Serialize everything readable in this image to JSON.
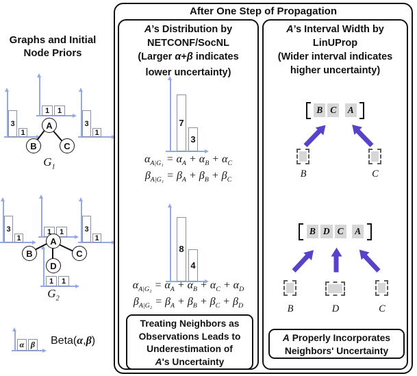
{
  "colors": {
    "arrow": "#5643c9",
    "axis": "#93a9e7",
    "gbox": "#d7d7d7"
  },
  "header": {
    "title": "After One Step of Propagation"
  },
  "left": {
    "heading_line1": "Graphs and Initial",
    "heading_line2": "Node Priors",
    "g1": {
      "label": [
        {
          "t": "G",
          "s": "1",
          "i": 1
        }
      ],
      "nodes": {
        "a": "A",
        "b": "B",
        "c": "C"
      },
      "prior_b": {
        "values": [
          3,
          1
        ]
      },
      "prior_a": {
        "values": [
          1,
          1
        ]
      },
      "prior_c": {
        "values": [
          3,
          1
        ]
      }
    },
    "g2": {
      "label": [
        {
          "t": "G",
          "s": "2",
          "i": 1
        }
      ],
      "nodes": {
        "a": "A",
        "b": "B",
        "c": "C",
        "d": "D"
      },
      "prior_b": {
        "values": [
          3,
          1
        ]
      },
      "prior_a": {
        "values": [
          1,
          1
        ]
      },
      "prior_c": {
        "values": [
          3,
          1
        ]
      },
      "prior_d": {
        "values": [
          1,
          1
        ]
      }
    },
    "legend": {
      "alpha": "α",
      "beta": "β",
      "text": [
        {
          "t": "Beta("
        },
        {
          "t": "α",
          "i": 1
        },
        {
          "t": ","
        },
        {
          "t": "β",
          "i": 1
        },
        {
          "t": ")"
        }
      ]
    }
  },
  "middle": {
    "title": [
      [
        {
          "t": "A",
          "i": 1
        },
        {
          "t": "’s Distribution by"
        }
      ],
      [
        {
          "t": "NETCONF/SocNL"
        }
      ],
      [
        {
          "t": "(Larger "
        },
        {
          "t": "α",
          "i": 1
        },
        {
          "t": "+"
        },
        {
          "t": "β",
          "i": 1
        },
        {
          "t": " indicates"
        }
      ],
      [
        {
          "t": "lower uncertainty)"
        }
      ]
    ],
    "chart_g1": {
      "values": [
        7,
        3
      ]
    },
    "chart_g2": {
      "values": [
        8,
        4
      ]
    },
    "eq_g1_alpha": [
      {
        "t": "α",
        "s": "A|G₁"
      },
      {
        "t": " = "
      },
      {
        "t": "α",
        "s": "A"
      },
      {
        "t": " + "
      },
      {
        "t": "α",
        "s": "B"
      },
      {
        "t": " + "
      },
      {
        "t": "α",
        "s": "C"
      }
    ],
    "eq_g1_beta": [
      {
        "t": "β",
        "s": "A|G₁"
      },
      {
        "t": " = "
      },
      {
        "t": "β",
        "s": "A"
      },
      {
        "t": " + "
      },
      {
        "t": "β",
        "s": "B"
      },
      {
        "t": " + "
      },
      {
        "t": "β",
        "s": "C"
      }
    ],
    "eq_g2_alpha": [
      {
        "t": "α",
        "s": "A|G₂"
      },
      {
        "t": " = "
      },
      {
        "t": "α",
        "s": "A"
      },
      {
        "t": " + "
      },
      {
        "t": "α",
        "s": "B"
      },
      {
        "t": " + "
      },
      {
        "t": "α",
        "s": "C"
      },
      {
        "t": " + "
      },
      {
        "t": "α",
        "s": "D"
      }
    ],
    "eq_g2_beta": [
      {
        "t": "β",
        "s": "A|G₂"
      },
      {
        "t": " = "
      },
      {
        "t": "β",
        "s": "A"
      },
      {
        "t": " + "
      },
      {
        "t": "β",
        "s": "B"
      },
      {
        "t": " + "
      },
      {
        "t": "β",
        "s": "C"
      },
      {
        "t": " + "
      },
      {
        "t": "β",
        "s": "D"
      }
    ],
    "callout": [
      [
        {
          "t": "Treating Neighbors as"
        }
      ],
      [
        {
          "t": "Observations Leads to"
        }
      ],
      [
        {
          "t": "Underestimation of"
        }
      ],
      [
        {
          "t": "A",
          "i": 1
        },
        {
          "t": "'s Uncertainty"
        }
      ]
    ]
  },
  "right": {
    "title": [
      [
        {
          "t": "A",
          "i": 1
        },
        {
          "t": "’s Interval Width by"
        }
      ],
      [
        {
          "t": "LinUProp"
        }
      ],
      [
        {
          "t": "(Wider interval indicates"
        }
      ],
      [
        {
          "t": "higher uncertainty)"
        }
      ]
    ],
    "g1_interval": {
      "letters": [
        "B",
        "C",
        "A"
      ],
      "source_b": "B",
      "source_c": "C"
    },
    "g2_interval": {
      "letters": [
        "B",
        "D",
        "C",
        "A"
      ],
      "source_b": "B",
      "source_d": "D",
      "source_c": "C"
    },
    "callout": [
      [
        {
          "t": "A",
          "i": 1
        },
        {
          "t": " Properly Incorporates"
        }
      ],
      [
        {
          "t": "Neighbors' Uncertainty"
        }
      ]
    ]
  },
  "chart_data": [
    {
      "type": "bar",
      "panel": "NETCONF/SocNL",
      "graph": "G1",
      "values": [
        7,
        3
      ]
    },
    {
      "type": "bar",
      "panel": "NETCONF/SocNL",
      "graph": "G2",
      "values": [
        8,
        4
      ]
    },
    {
      "type": "bar",
      "graph": "G1 priors",
      "series": [
        {
          "name": "B",
          "values": [
            3,
            1
          ]
        },
        {
          "name": "A",
          "values": [
            1,
            1
          ]
        },
        {
          "name": "C",
          "values": [
            3,
            1
          ]
        }
      ]
    },
    {
      "type": "bar",
      "graph": "G2 priors",
      "series": [
        {
          "name": "B",
          "values": [
            3,
            1
          ]
        },
        {
          "name": "A",
          "values": [
            1,
            1
          ]
        },
        {
          "name": "C",
          "values": [
            3,
            1
          ]
        },
        {
          "name": "D",
          "values": [
            1,
            1
          ]
        }
      ]
    }
  ]
}
